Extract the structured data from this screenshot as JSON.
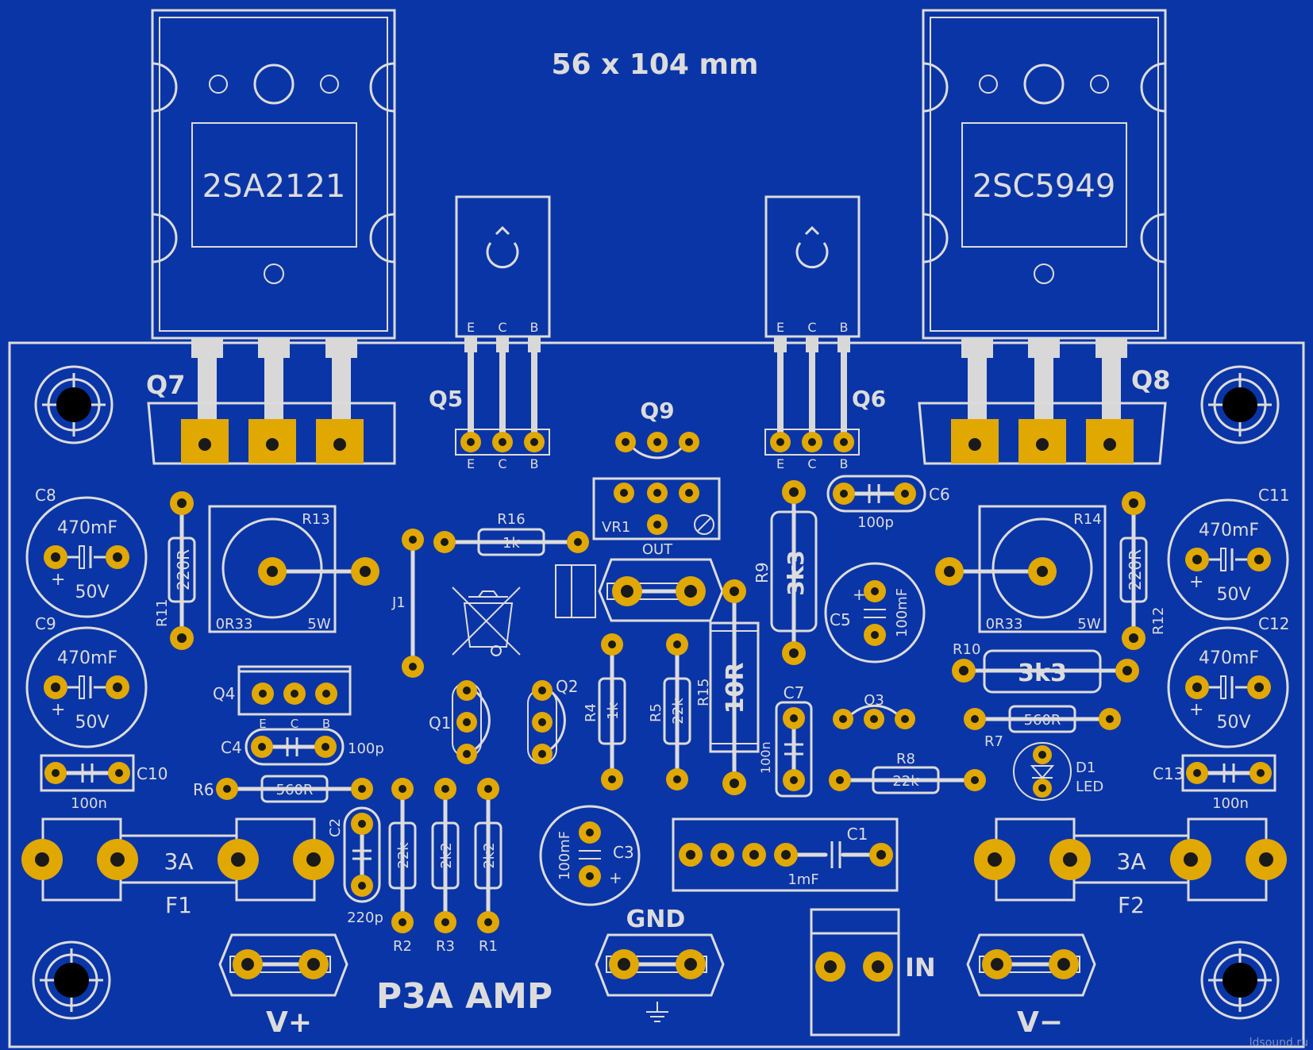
{
  "board": {
    "dimensions": "56 x 104 mm",
    "title": "P3A AMP",
    "watermark": "ldsound.ru"
  },
  "transistors": {
    "q7": {
      "ref": "Q7",
      "part": "2SA2121"
    },
    "q8": {
      "ref": "Q8",
      "part": "2SC5949"
    },
    "q5": {
      "ref": "Q5",
      "pins": [
        "E",
        "C",
        "B"
      ]
    },
    "q6": {
      "ref": "Q6",
      "pins": [
        "E",
        "C",
        "B"
      ]
    },
    "q9": {
      "ref": "Q9"
    },
    "q4": {
      "ref": "Q4",
      "pins": [
        "E",
        "C",
        "B"
      ]
    },
    "q1": {
      "ref": "Q1"
    },
    "q2": {
      "ref": "Q2"
    },
    "q3": {
      "ref": "Q3"
    }
  },
  "capacitors": {
    "c8": {
      "ref": "C8",
      "value": "470mF",
      "voltage": "50V"
    },
    "c9": {
      "ref": "C9",
      "value": "470mF",
      "voltage": "50V"
    },
    "c11": {
      "ref": "C11",
      "value": "470mF",
      "voltage": "50V"
    },
    "c12": {
      "ref": "C12",
      "value": "470mF",
      "voltage": "50V"
    },
    "c10": {
      "ref": "C10",
      "value": "100n"
    },
    "c13": {
      "ref": "C13",
      "value": "100n"
    },
    "c4": {
      "ref": "C4",
      "value": "100p"
    },
    "c6": {
      "ref": "C6",
      "value": "100p"
    },
    "c5": {
      "ref": "C5",
      "value": "100mF"
    },
    "c3": {
      "ref": "C3",
      "value": "100mF"
    },
    "c7": {
      "ref": "C7",
      "value": "100n"
    },
    "c2": {
      "ref": "C2",
      "value": "220p"
    },
    "c1": {
      "ref": "C1",
      "value": "1mF"
    }
  },
  "resistors": {
    "r13": {
      "ref": "R13",
      "value": "0R33",
      "power": "5W"
    },
    "r14": {
      "ref": "R14",
      "value": "0R33",
      "power": "5W"
    },
    "r11": {
      "ref": "R11",
      "value": "220R"
    },
    "r12": {
      "ref": "R12",
      "value": "220R"
    },
    "r16": {
      "ref": "R16",
      "value": "1k"
    },
    "r9": {
      "ref": "R9",
      "value": "3k3"
    },
    "r10": {
      "ref": "R10",
      "value": "3k3"
    },
    "r15": {
      "ref": "R15",
      "value": "10R"
    },
    "r4": {
      "ref": "R4",
      "value": "1k"
    },
    "r5": {
      "ref": "R5",
      "value": "22k"
    },
    "r7": {
      "ref": "R7",
      "value": "560R"
    },
    "r6": {
      "ref": "R6",
      "value": "560R"
    },
    "r8": {
      "ref": "R8",
      "value": "22k"
    },
    "r2": {
      "ref": "R2",
      "value": "22k"
    },
    "r3": {
      "ref": "R3",
      "value": "2k2"
    },
    "r1": {
      "ref": "R1",
      "value": "2k2"
    }
  },
  "misc": {
    "vr1": "VR1",
    "j1": "J1",
    "out": "OUT",
    "d1": "D1",
    "led": "LED",
    "f1": {
      "ref": "F1",
      "value": "3A"
    },
    "f2": {
      "ref": "F2",
      "value": "3A"
    },
    "gnd": "GND",
    "in": "IN",
    "vplus": "V+",
    "vminus": "V−"
  },
  "colors": {
    "board": "#0a35a6",
    "silkscreen": "#dcdcdc",
    "pad": "#e0a800"
  }
}
